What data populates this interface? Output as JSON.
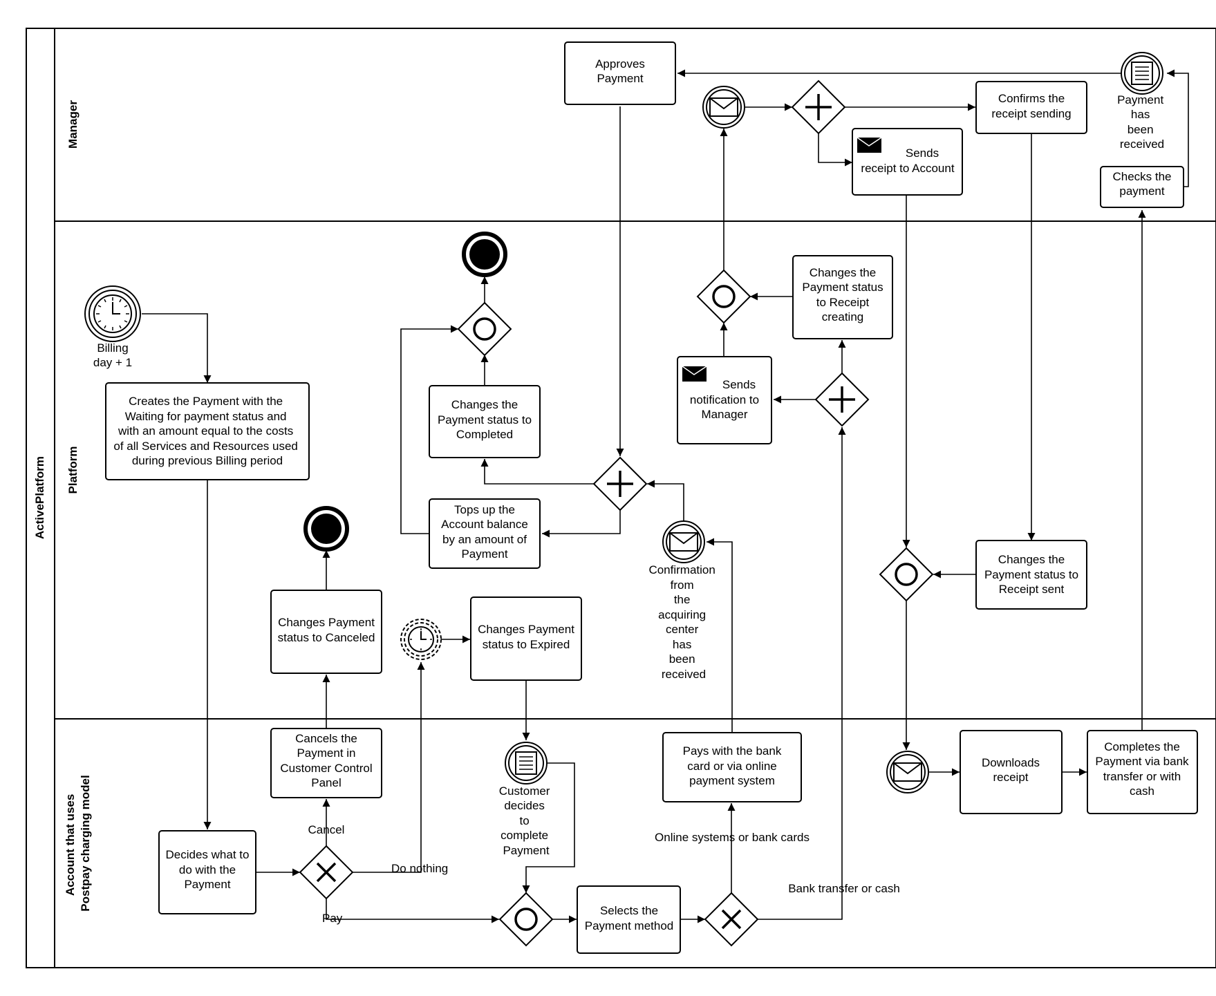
{
  "pool": {
    "label": "ActivePlatform"
  },
  "lanes": {
    "manager": "Manager",
    "platform": "Platform",
    "account": [
      "Account that uses",
      "Postpay charging model"
    ]
  },
  "tasks": {
    "approves": [
      "Approves",
      "Payment"
    ],
    "confirms": [
      "Confirms the",
      "receipt sending"
    ],
    "sends_receipt": [
      "Sends",
      "receipt to Account"
    ],
    "checks": [
      "Checks the",
      "payment"
    ],
    "creates": [
      "Creates the Payment with the",
      "Waiting for payment status and",
      "with an amount equal to the costs",
      "of all Services and Resources used",
      "during previous Billing period"
    ],
    "completed": [
      "Changes the",
      "Payment status to",
      "Completed"
    ],
    "tops_up": [
      "Tops up the",
      "Account balance",
      "by an amount of",
      "Payment"
    ],
    "canceled": [
      "Changes Payment",
      "status to Canceled"
    ],
    "expired": [
      "Changes Payment",
      "status to Expired"
    ],
    "sends_notif": [
      "Sends",
      "notification to",
      "Manager"
    ],
    "receipt_creating": [
      "Changes the",
      "Payment status",
      "to Receipt",
      "creating"
    ],
    "receipt_sent": [
      "Changes the",
      "Payment status to",
      "Receipt sent"
    ],
    "cancels": [
      "Cancels the",
      "Payment in",
      "Customer Control",
      "Panel"
    ],
    "decides": [
      "Decides what to",
      "do with the",
      "Payment"
    ],
    "pays": [
      "Pays with the bank",
      "card or via online",
      "payment system"
    ],
    "selects": [
      "Selects the",
      "Payment method"
    ],
    "downloads": [
      "Downloads",
      "receipt"
    ],
    "completes": [
      "Completes the",
      "Payment via bank",
      "transfer or with",
      "cash"
    ]
  },
  "events": {
    "billing": [
      "Billing",
      "day + 1"
    ],
    "payment_received": [
      "Payment",
      "has",
      "been",
      "received"
    ],
    "confirmation": [
      "Confirmation",
      "from",
      "the",
      "acquiring",
      "center",
      "has",
      "been",
      "received"
    ],
    "customer_decides": [
      "Customer",
      "decides",
      "to",
      "complete",
      "Payment"
    ]
  },
  "flow_labels": {
    "cancel": "Cancel",
    "do_nothing": "Do nothing",
    "pay": "Pay",
    "online": "Online systems or bank cards",
    "bank": "Bank transfer or cash"
  }
}
